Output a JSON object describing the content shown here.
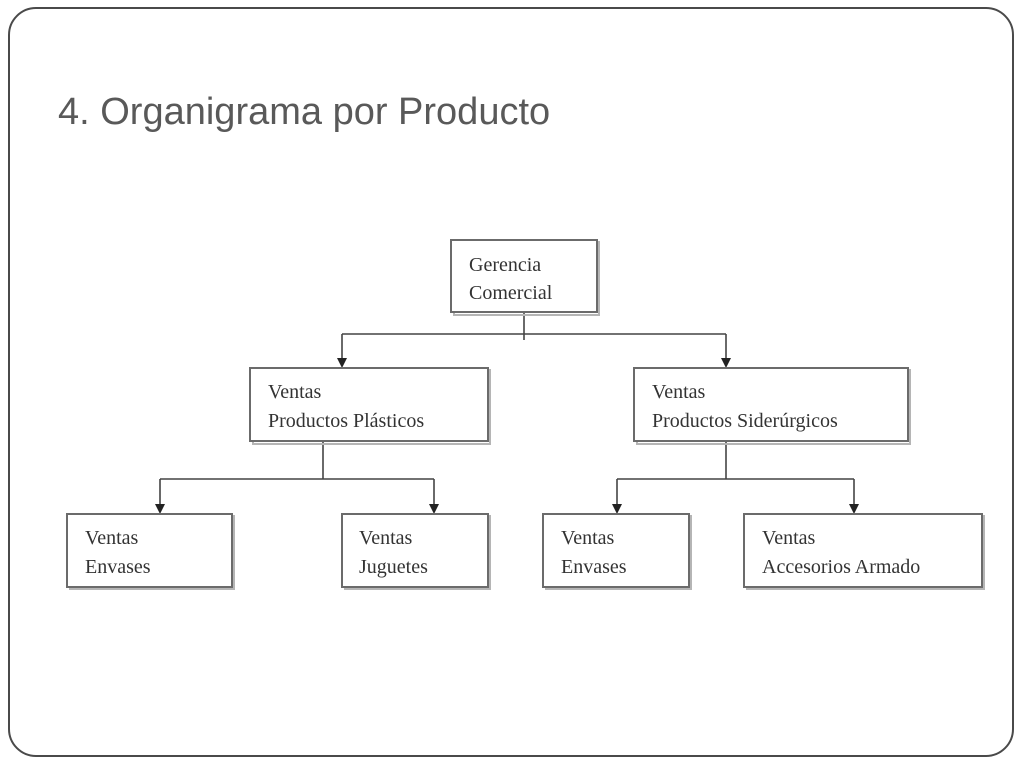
{
  "slide": {
    "title": "4. Organigrama por Producto"
  },
  "org_chart": {
    "root": {
      "line1": "Gerencia",
      "line2": "Comercial"
    },
    "level2": [
      {
        "line1": "Ventas",
        "line2": "Productos Plásticos"
      },
      {
        "line1": "Ventas",
        "line2": "Productos Siderúrgicos"
      }
    ],
    "level3": [
      {
        "line1": "Ventas",
        "line2": "Envases"
      },
      {
        "line1": "Ventas",
        "line2": "Juguetes"
      },
      {
        "line1": "Ventas",
        "line2": "Envases"
      },
      {
        "line1": "Ventas",
        "line2": "Accesorios Armado"
      }
    ]
  }
}
